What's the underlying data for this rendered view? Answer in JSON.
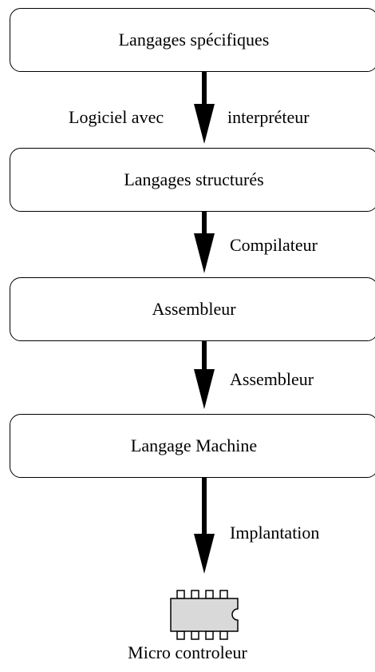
{
  "nodes": [
    {
      "id": "langages-specifiques",
      "label": "Langages spécifiques"
    },
    {
      "id": "langages-structures",
      "label": "Langages structurés"
    },
    {
      "id": "assembleur",
      "label": "Assembleur"
    },
    {
      "id": "langage-machine",
      "label": "Langage Machine"
    }
  ],
  "edges": [
    {
      "label_left": "Logiciel avec",
      "label_right": "interpréteur"
    },
    {
      "label_right": "Compilateur"
    },
    {
      "label_right": "Assembleur"
    },
    {
      "label_right": "Implantation"
    }
  ],
  "chip": {
    "icon": "microcontroller-chip-icon",
    "caption": "Micro controleur"
  },
  "colors": {
    "line": "#000000",
    "chip_fill": "#d9d9d9",
    "background": "#ffffff"
  }
}
